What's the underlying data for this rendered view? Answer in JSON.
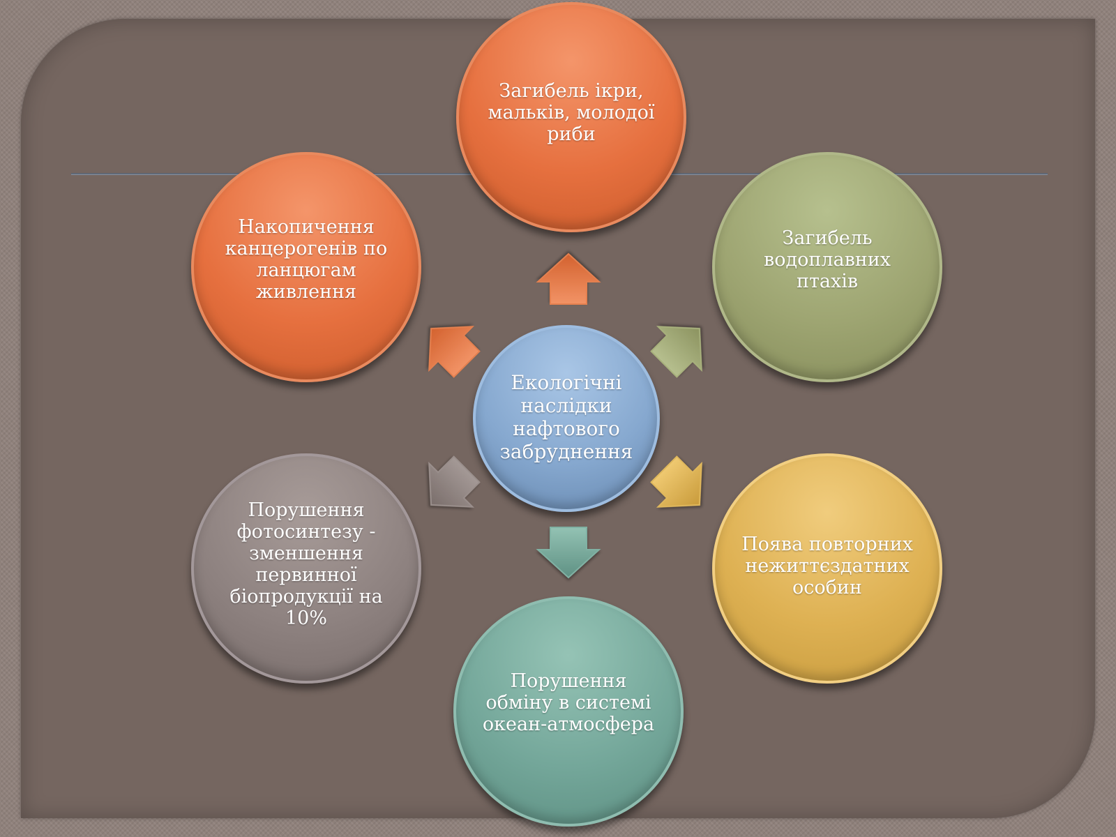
{
  "diagram": {
    "center": {
      "label": "Екологічні\nнаслідки\nнафтового\nзабруднення"
    },
    "nodes": {
      "top": {
        "label": "Загибель ікри,\nмальків, молодої\nриби"
      },
      "left_top": {
        "label": "Накопичення\nканцерогенів по\nланцюгам\nживлення"
      },
      "right_top": {
        "label": "Загибель\nводоплавних\nптахів"
      },
      "left_bottom": {
        "label": "Порушення\nфотосинтезу -\nзменшення\nпервинної\nбіопродукції на\n10%"
      },
      "right_bottom": {
        "label": "Поява повторних\nнежиттєздатних\nособин"
      },
      "bottom": {
        "label": "Порушення\nобміну в системі\nокеан-атмосфера"
      }
    },
    "colors": {
      "orange": "#e6703f",
      "olive": "#9ea572",
      "blue": "#86a8cf",
      "gray": "#8e8280",
      "gold": "#deb153",
      "teal": "#74a79a",
      "panel": "#756660",
      "background": "#8f817b"
    }
  }
}
